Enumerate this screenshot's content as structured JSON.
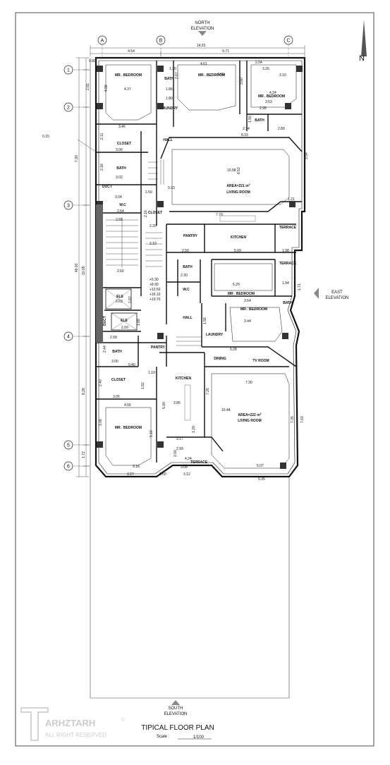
{
  "elevations": {
    "north": [
      "NORTH",
      "ELEVATION"
    ],
    "south": [
      "SOUTH",
      "ELEVATION"
    ],
    "east": [
      "EAST",
      "ELEVATION"
    ]
  },
  "north_arrow": "N",
  "grid_columns": [
    "A",
    "B",
    "C"
  ],
  "grid_rows": [
    "1",
    "2",
    "3",
    "4",
    "5",
    "6"
  ],
  "overall_dims": {
    "top_total": "14.25",
    "left_total": "48.00",
    "top_a": "4.54",
    "top_b": "9.71"
  },
  "rooms": {
    "mr_bedroom": "MR . BEDROOM",
    "bath": "BATH",
    "laundry": "LAUNDRY",
    "closet": "CLOSET",
    "hall": "HALL",
    "duct": "DUCT",
    "wc": "W.C",
    "living_room": "LIVING ROOM",
    "area_upper": "AREA=221 m",
    "area_lower": "AREA=222 m",
    "sup2": "2",
    "pantry": "PANTRY",
    "kitchen": "KITCHEN",
    "terrace": "TERRACE",
    "ele": "ELE",
    "dining": "DINING",
    "tv_room": "TV ROOM"
  },
  "levels": [
    "+5.30",
    "+8.90",
    "+12.50",
    "+16.10",
    "+19.70"
  ],
  "rail_note": "0.15",
  "dims": [
    "0.80",
    "2.81",
    "7.30",
    "4.37",
    "4.98",
    "1.86",
    "1.80",
    "1.30",
    "2.67",
    "3.46",
    "2.11",
    "3.06",
    "2.18",
    "3.02",
    "0.33",
    "3.04",
    "1.50",
    "2.64",
    "4.61",
    "4.60",
    "3.80",
    "2.04",
    "3.26",
    "3.10",
    "4.24",
    "3.53",
    "2.95",
    "1.50",
    "2.14",
    "2.89",
    "8.33",
    "10.58",
    "6.52",
    "3.54",
    "7.79",
    "1.21",
    "2.55",
    "2.10",
    "2.60",
    "2.63",
    "2.00",
    "2.50",
    "5.09",
    "1.98",
    "2.30",
    "5.29",
    "1.94",
    "3.64",
    "1.71",
    "2.44",
    "3.00",
    "2.40",
    "3.05",
    "2.85",
    "4.66",
    "10.44",
    "7.26",
    "7.35",
    "7.63",
    "3.17",
    "2.99",
    "4.24",
    "3.08",
    "3.16",
    "3.27",
    "0.60",
    "3.12",
    "5.07",
    "5.35",
    "10.05",
    "8.28",
    "1.72",
    "5.28",
    "7.30",
    "3.44",
    "2.58",
    "0.40",
    "1.10",
    "1.82",
    "1.20",
    "2.00",
    "5.00",
    "5.16",
    "3.08",
    "1.62",
    "1.88",
    "1.58",
    "2.16",
    "2.20"
  ],
  "logo": {
    "name": "ARHZTARH",
    "tagline": "ALL RIGHT RESERVED",
    "mark": "T"
  },
  "title": {
    "main": "TIPICAL FLOOR PLAN",
    "scale_label": "Scale :",
    "scale_value": "1/100"
  }
}
